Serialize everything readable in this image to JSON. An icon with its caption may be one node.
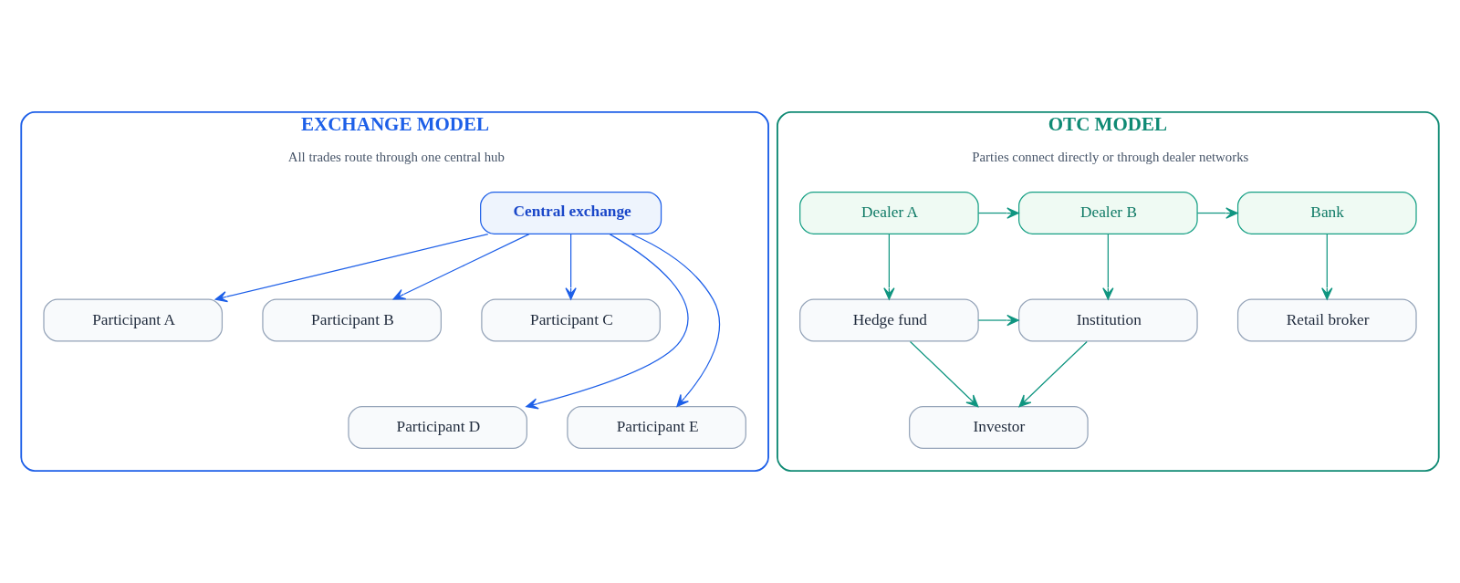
{
  "diagram": {
    "nodes": [
      {
        "text": [
          "EXCHANGE MODEL",
          "All trades route through one central hub"
        ]
      },
      {
        "text": [
          "Central exchange"
        ],
        "in": 0
      },
      {
        "text": [
          "Participant A"
        ],
        "in": 0
      },
      {
        "text": [
          "Participant B"
        ],
        "in": 0
      },
      {
        "text": [
          "Participant C"
        ],
        "in": 0
      },
      {
        "text": [
          "Participant D"
        ],
        "in": 0
      },
      {
        "text": [
          "Participant E"
        ],
        "in": 0
      },
      {
        "text": [
          "OTC MODEL",
          "Parties connect directly or through dealer networks"
        ]
      },
      {
        "text": [
          "Dealer A"
        ],
        "in": 7
      },
      {
        "text": [
          "Dealer B"
        ],
        "in": 7
      },
      {
        "text": [
          "Bank"
        ],
        "in": 7
      },
      {
        "text": [
          "Hedge fund"
        ],
        "in": 7
      },
      {
        "text": [
          "Institution"
        ],
        "in": 7
      },
      {
        "text": [
          "Retail broker"
        ],
        "in": 7
      },
      {
        "text": [
          "Investor"
        ],
        "in": 7
      }
    ],
    "edges": [
      {
        "from": 1,
        "to": 2,
        "arrow": "to",
        "color": "#1d5fe8"
      },
      {
        "from": 1,
        "to": 3,
        "arrow": "to",
        "color": "#1d5fe8"
      },
      {
        "from": 1,
        "to": 4,
        "arrow": "to",
        "color": "#1d5fe8"
      },
      {
        "from": 1,
        "to": 5,
        "arrow": "to",
        "color": "#1d5fe8"
      },
      {
        "from": 1,
        "to": 6,
        "arrow": "to",
        "color": "#1d5fe8"
      },
      {
        "from": 8,
        "to": 9,
        "arrow": "to"
      },
      {
        "from": 9,
        "to": 10,
        "arrow": "to"
      },
      {
        "from": 8,
        "to": 11,
        "arrow": "to"
      },
      {
        "from": 9,
        "to": 12,
        "arrow": "to"
      },
      {
        "from": 10,
        "to": 13,
        "arrow": "to"
      },
      {
        "from": 11,
        "to": 12,
        "arrow": "to"
      },
      {
        "from": 11,
        "to": 14,
        "arrow": "to"
      },
      {
        "from": 12,
        "to": 14,
        "arrow": "to"
      }
    ]
  }
}
